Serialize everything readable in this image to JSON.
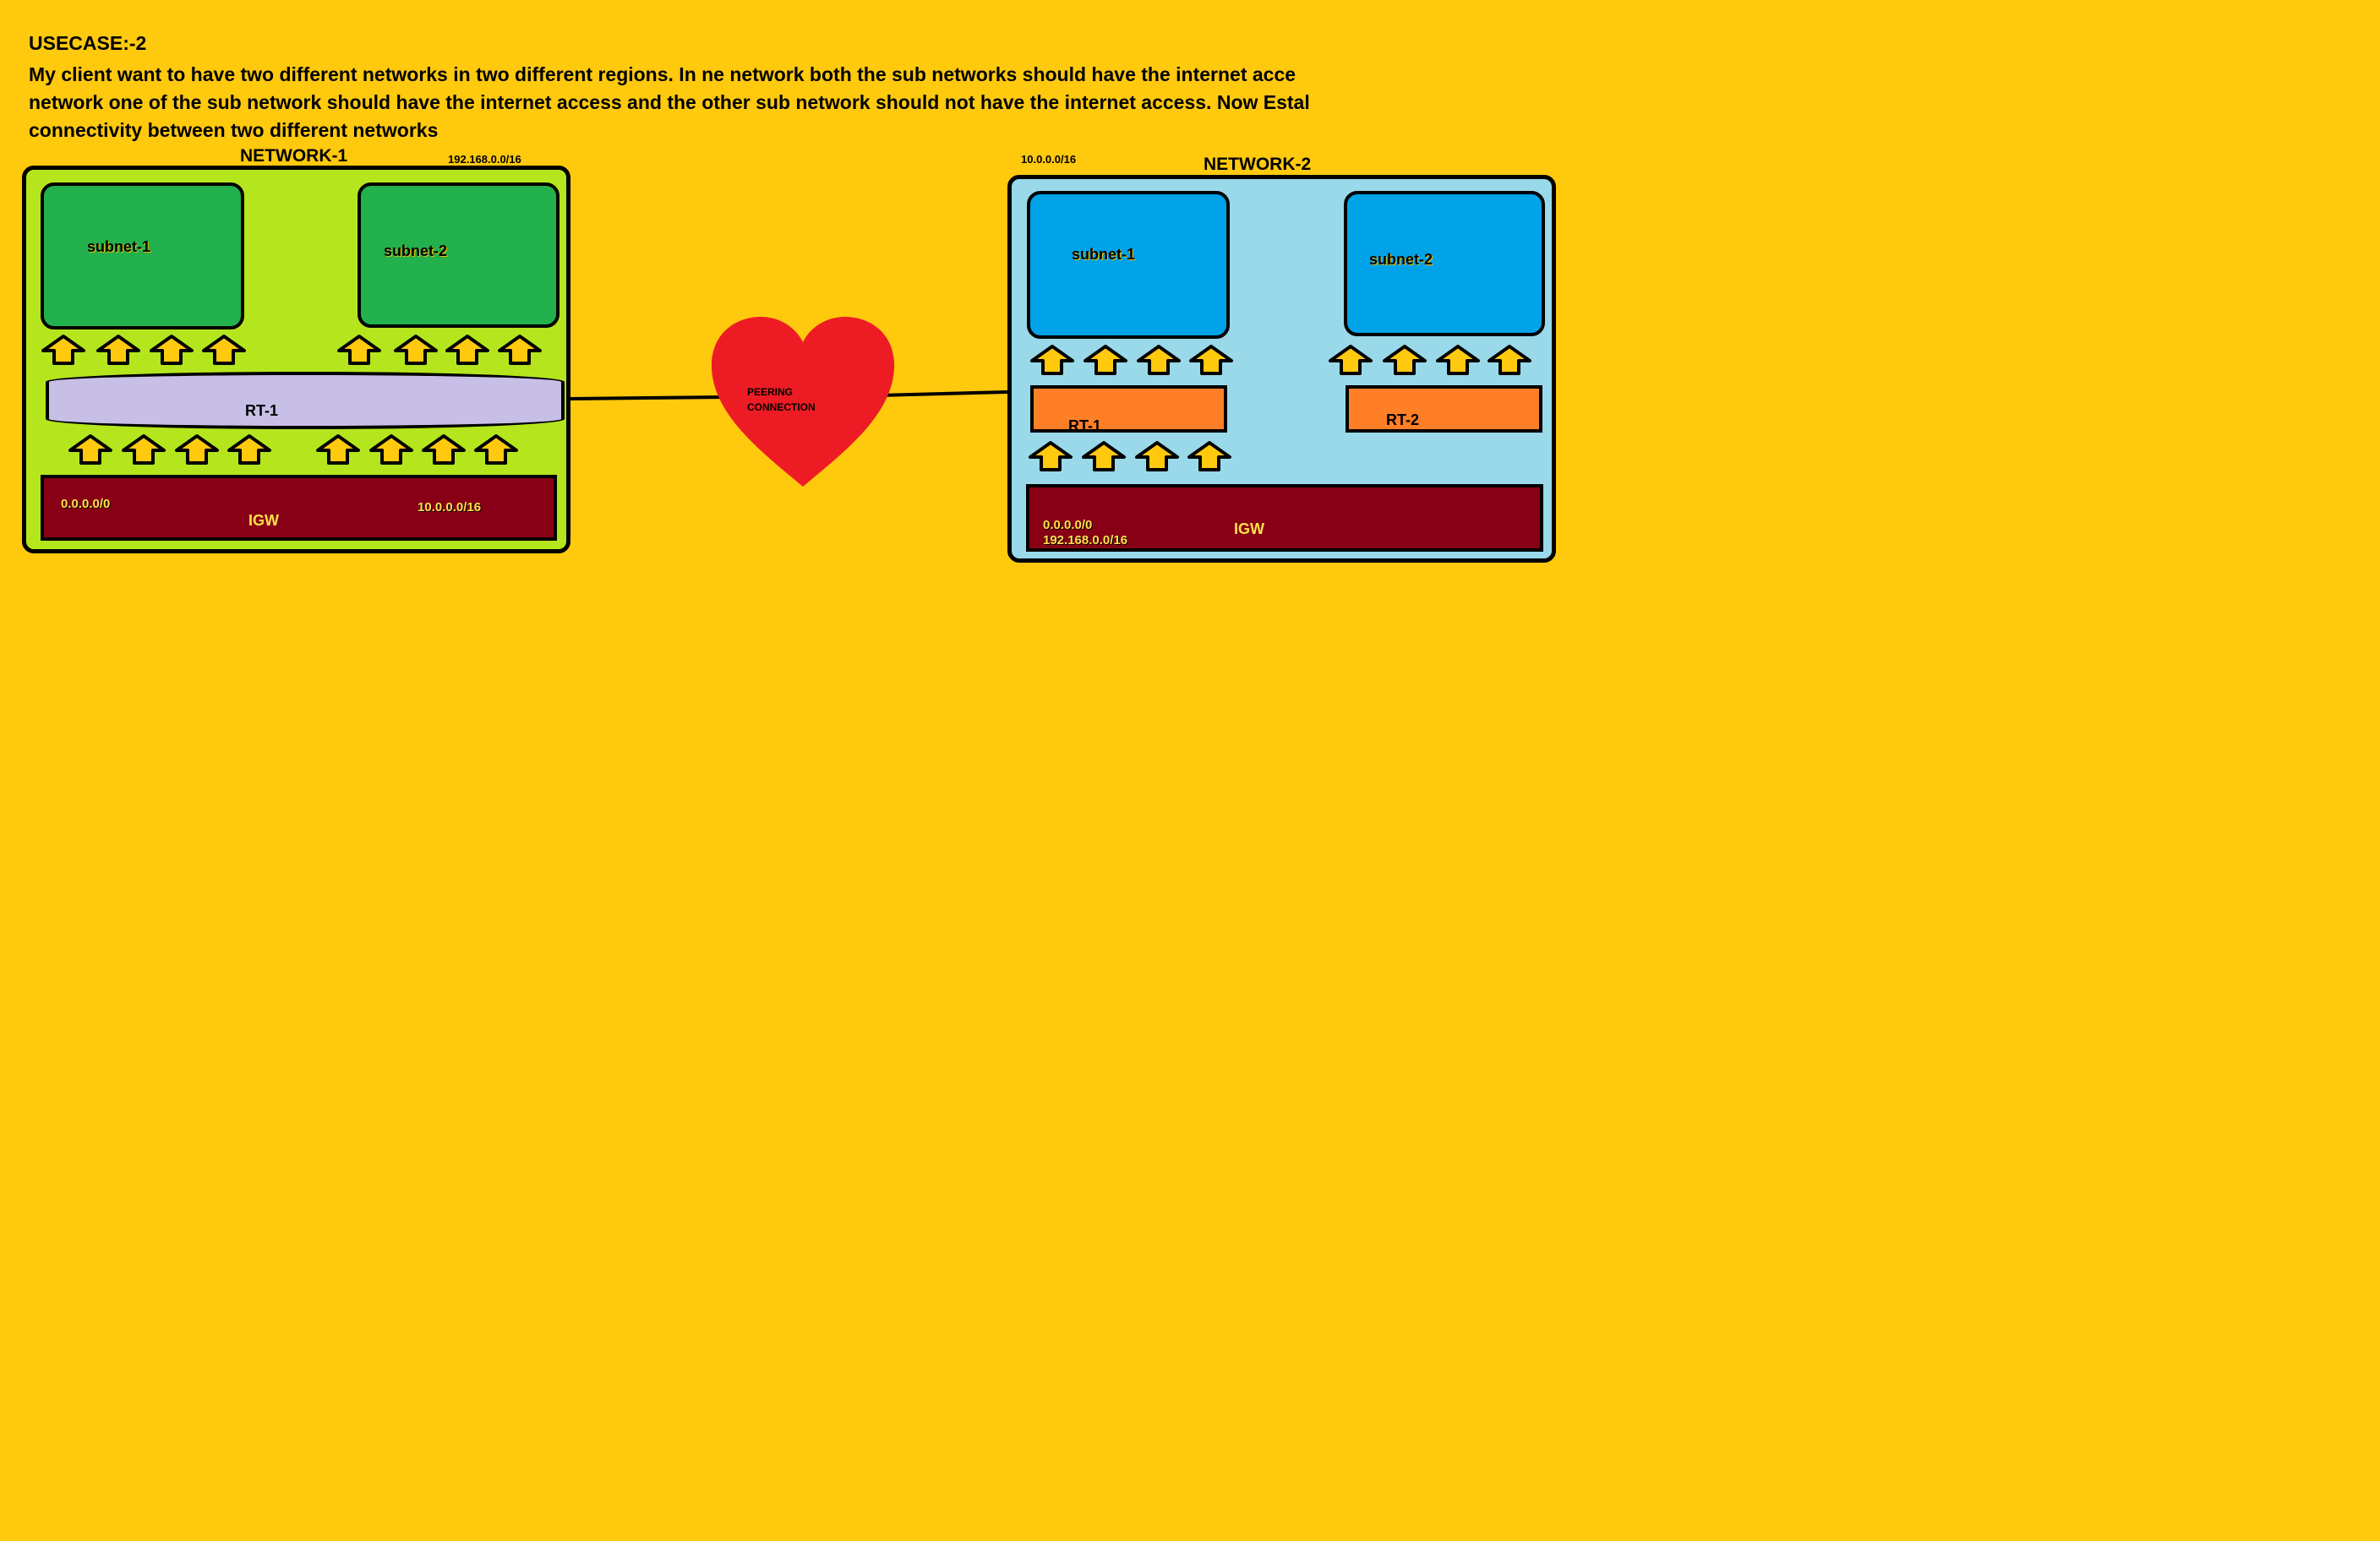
{
  "usecase_title": "USECASE:-2",
  "description": [
    "My client want to have two different networks in two different regions. In ne network both the sub networks should have the internet acce",
    "network one of the sub network should have the internet access and the other sub network should not have the internet access. Now Estal",
    "connectivity between two different networks"
  ],
  "network1": {
    "title": "NETWORK-1",
    "cidr": "192.168.0.0/16",
    "fill_color": "#B5E61D",
    "subnet_color": "#22B14C",
    "subnets": [
      "subnet-1",
      "subnet-2"
    ],
    "route_table": "RT-1",
    "route_table_color": "#C8BFE7",
    "igw": {
      "label": "IGW",
      "route1": "0.0.0.0/0",
      "route2": "10.0.0.0/16",
      "color": "#880015"
    }
  },
  "network2": {
    "title": "NETWORK-2",
    "cidr": "10.0.0.0/16",
    "fill_color": "#99D9EA",
    "subnet_color": "#00A2E8",
    "subnets": [
      "subnet-1",
      "subnet-2"
    ],
    "route_tables": [
      "RT-1",
      "RT-2"
    ],
    "route_table_color": "#FF7F27",
    "igw": {
      "label": "IGW",
      "route1": "0.0.0.0/0",
      "route2": "192.168.0.0/16",
      "color": "#880015"
    }
  },
  "peering": {
    "line1": "PEERING",
    "line2": "CONNECTION",
    "color": "#ED1C24"
  },
  "arrow_icon": "up-arrow-icon",
  "arrow_color": "#FFC90E"
}
